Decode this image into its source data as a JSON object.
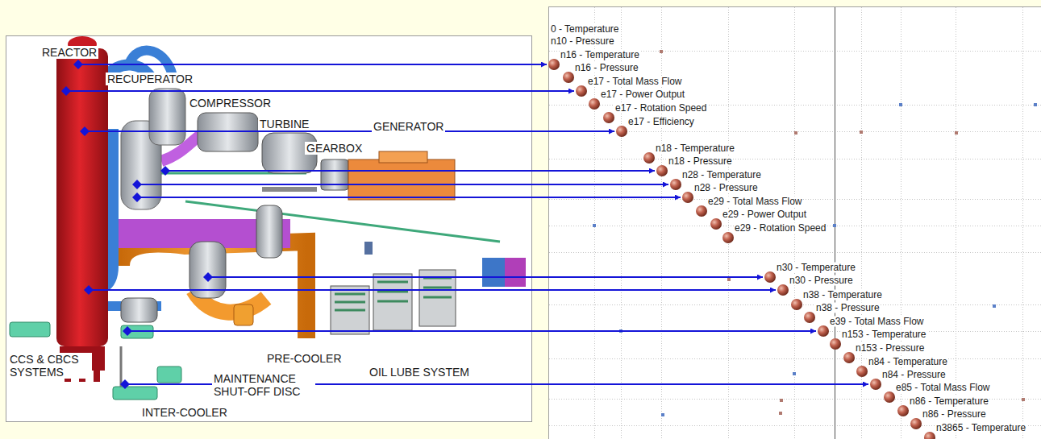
{
  "diagram": {
    "labels": [
      "REACTOR",
      "RECUPERATOR",
      "COMPRESSOR",
      "TURBINE",
      "GENERATOR",
      "GEARBOX",
      "CCS & CBCS SYSTEMS",
      "PRE-COOLER",
      "MAINTENANCE SHUT-OFF DISC",
      "OIL LUBE SYSTEM",
      "INTER-COOLER",
      "0 - Temperature",
      "n10 - Pressure",
      "n16 - Temperature",
      "n16 - Pressure",
      "e17 - Total Mass Flow",
      "e17 - Power Output",
      "e17 - Rotation Speed",
      "e17 - Efficiency",
      "n18 - Temperature",
      "n18 - Pressure",
      "n28 - Temperature",
      "n28 - Pressure",
      "e29 - Total Mass Flow",
      "e29 - Power Output",
      "e29 - Rotation Speed",
      "n30 - Temperature",
      "n30 - Pressure",
      "n38 - Temperature",
      "n38 - Pressure",
      "e39 - Total Mass Flow",
      "n153 - Temperature",
      "n153 - Pressure",
      "n84 - Temperature",
      "n84 - Pressure",
      "e85 - Total Mass Flow",
      "n86 - Temperature",
      "n86 - Pressure",
      "n3865 - Temperature"
    ]
  }
}
